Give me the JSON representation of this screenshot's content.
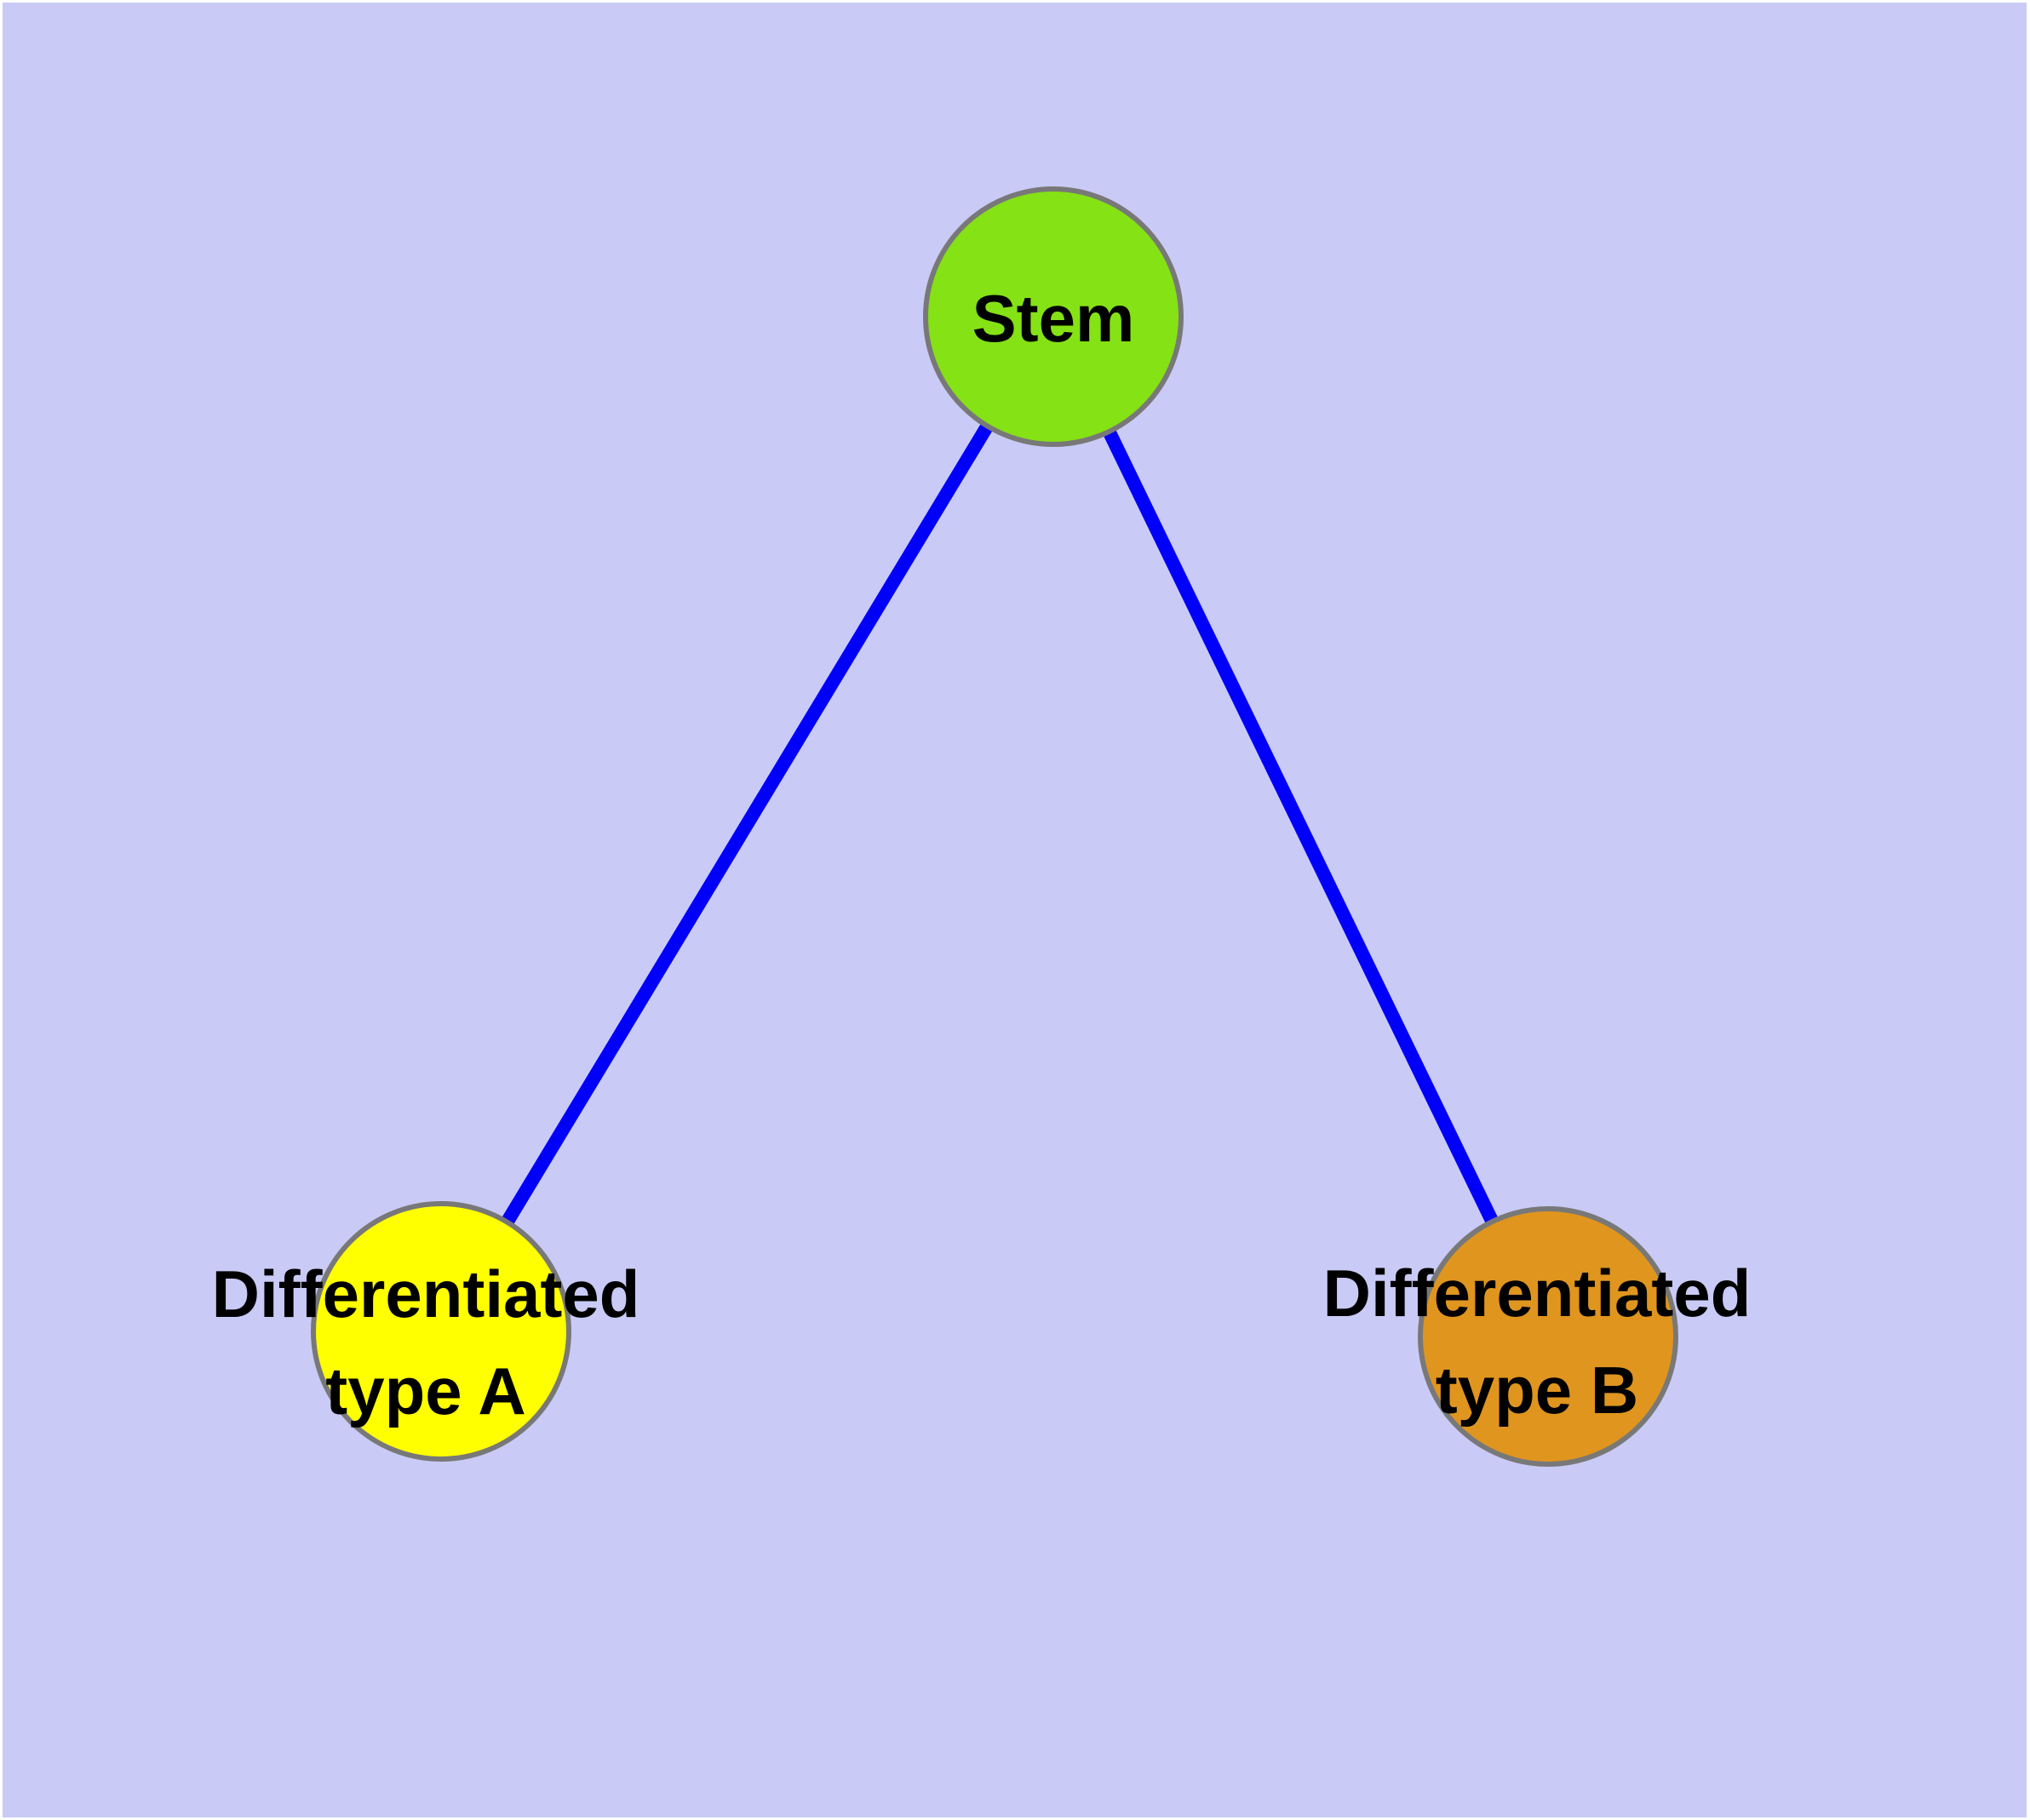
{
  "diagram": {
    "background_color": "#cacaf6",
    "frame_color": "#ffffff",
    "text_color": "#000000",
    "node_border_color": "#787878",
    "nodes": {
      "stem": {
        "label": "Stem",
        "fill": "#85e214"
      },
      "type_a": {
        "label": "Differentiated\ntype A",
        "fill": "#ffff00"
      },
      "type_b": {
        "label": "Differentiated\ntype B",
        "fill": "#e0951e"
      }
    },
    "edges": {
      "color": "#0000fa",
      "list": [
        {
          "from": "Stem",
          "to": "Differentiated type A"
        },
        {
          "from": "Stem",
          "to": "Differentiated type B"
        }
      ]
    }
  }
}
